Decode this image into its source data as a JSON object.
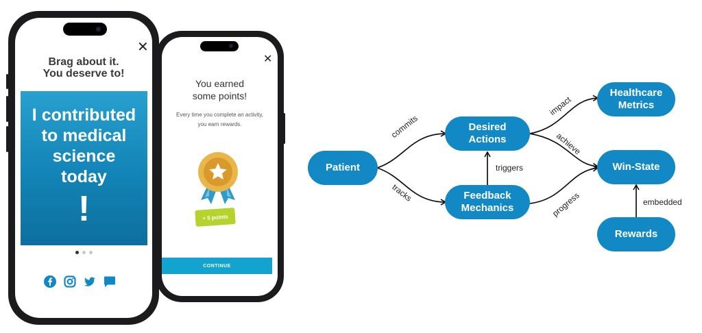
{
  "phone_left": {
    "heading_line1": "Brag about it.",
    "heading_line2": "You deserve to!",
    "close_symbol": "✕",
    "banner_line1": "I contributed",
    "banner_line2": "to medical",
    "banner_line3": "science",
    "banner_line4": "today",
    "banner_exclaim": "!",
    "carousel": {
      "count": 3,
      "active": 1
    },
    "social_icons": [
      "facebook-icon",
      "instagram-icon",
      "twitter-icon",
      "message-icon"
    ],
    "accent_color": "#1289c4"
  },
  "phone_right": {
    "heading_line1": "You earned",
    "heading_line2": "some points!",
    "close_symbol": "✕",
    "desc_line1": "Every time you complete an activity,",
    "desc_line2": "you earn rewards.",
    "medal_icon": "medal-star-icon",
    "points_label": "+ 5 points",
    "continue_label": "CONTINUE"
  },
  "diagram": {
    "nodes": {
      "patient": "Patient",
      "desired_line1": "Desired",
      "desired_line2": "Actions",
      "feedback_line1": "Feedback",
      "feedback_line2": "Mechanics",
      "healthcare_line1": "Healthcare",
      "healthcare_line2": "Metrics",
      "winstate": "Win-State",
      "rewards": "Rewards"
    },
    "edges": {
      "commits": "commits",
      "tracks": "tracks",
      "triggers": "triggers",
      "impact": "impact",
      "achieve": "achieve",
      "progress": "progress",
      "embedded": "embedded"
    },
    "node_color": "#1289c4"
  }
}
